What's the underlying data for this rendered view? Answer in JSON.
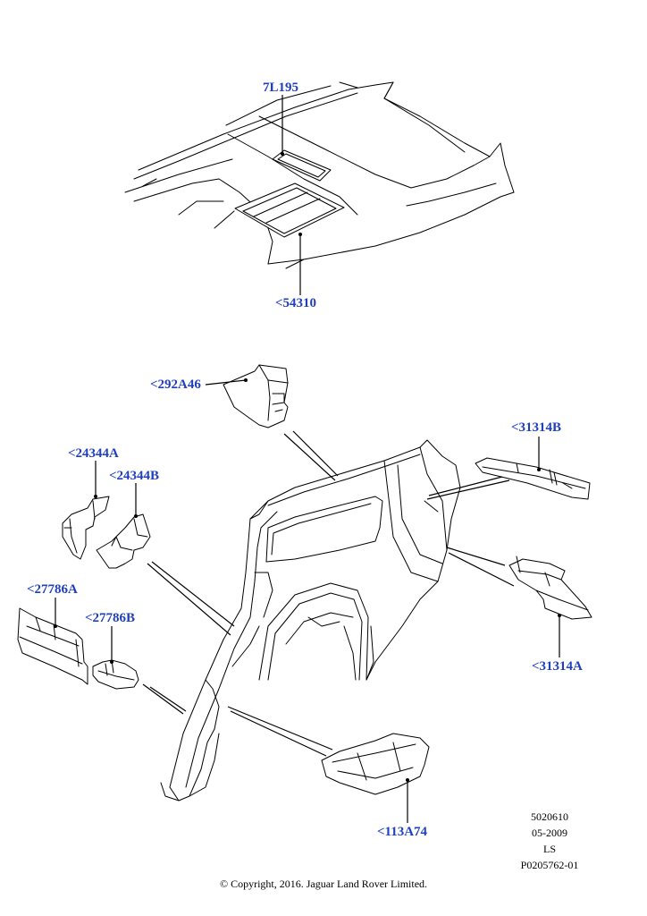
{
  "labels": {
    "l_7L195": "7L195",
    "l_54310": "<54310",
    "l_292A46": "<292A46",
    "l_31314B": "<31314B",
    "l_24344A": "<24344A",
    "l_24344B": "<24344B",
    "l_27786A": "<27786A",
    "l_27786B": "<27786B",
    "l_31314A": "<31314A",
    "l_113A74": "<113A74"
  },
  "meta": {
    "line1": "5020610",
    "line2": "05-2009",
    "line3": "LS",
    "line4": "P0205762-01"
  },
  "copyright": "© Copyright, 2016. Jaguar Land Rover Limited.",
  "colors": {
    "label": "#1f3fbf",
    "line": "#000000",
    "background": "#ffffff"
  }
}
